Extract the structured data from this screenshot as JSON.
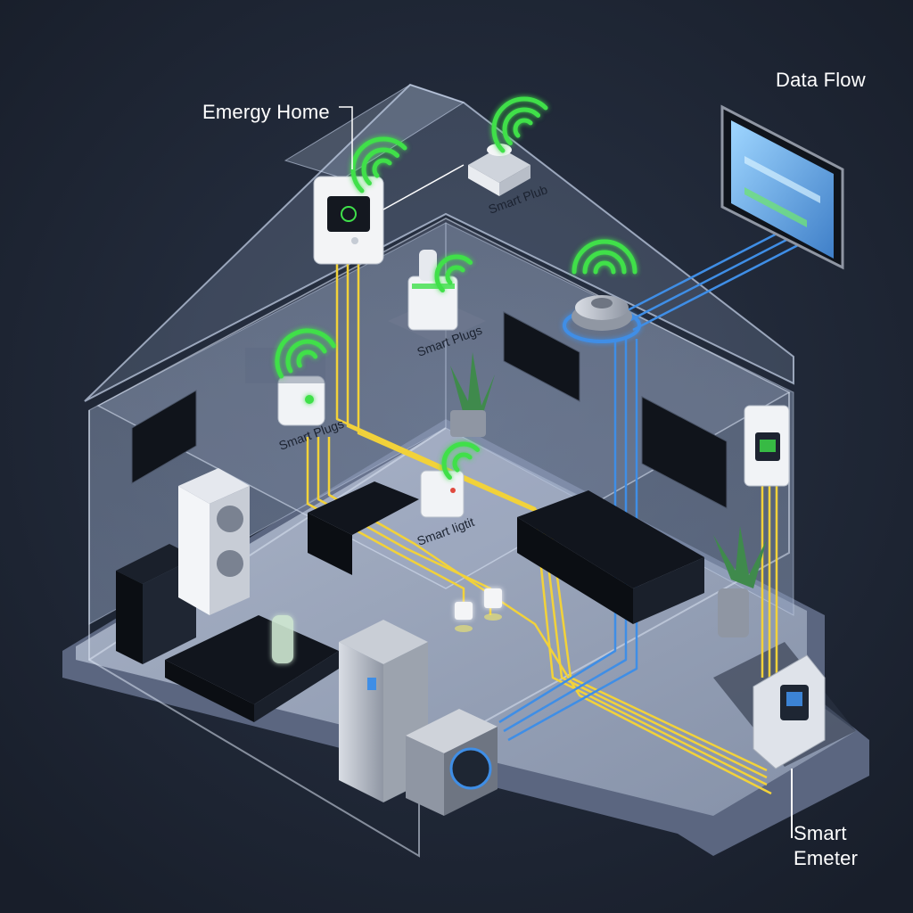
{
  "labels": {
    "home": "Emergy Home",
    "data_flow": "Data Flow",
    "meter_line1": "Smart",
    "meter_line2": "Emeter"
  },
  "device_labels": {
    "plug_attic": "Smart Plub",
    "plug_center": "Smart Plugs",
    "plug_left": "Smart Plugs",
    "light_hub": "Smart Iigtit"
  },
  "colors": {
    "background": "#1b2230",
    "house_glass": "#8ea3c4",
    "floor": "#9aa6bd",
    "power_line": "#f2d23a",
    "data_line": "#3f8ee6",
    "wifi": "#3fe04a"
  },
  "icons": {
    "wifi": "wifi-icon",
    "thermostat": "thermostat-icon",
    "hub": "hub-icon",
    "tablet": "tablet-icon",
    "meter": "meter-icon"
  }
}
